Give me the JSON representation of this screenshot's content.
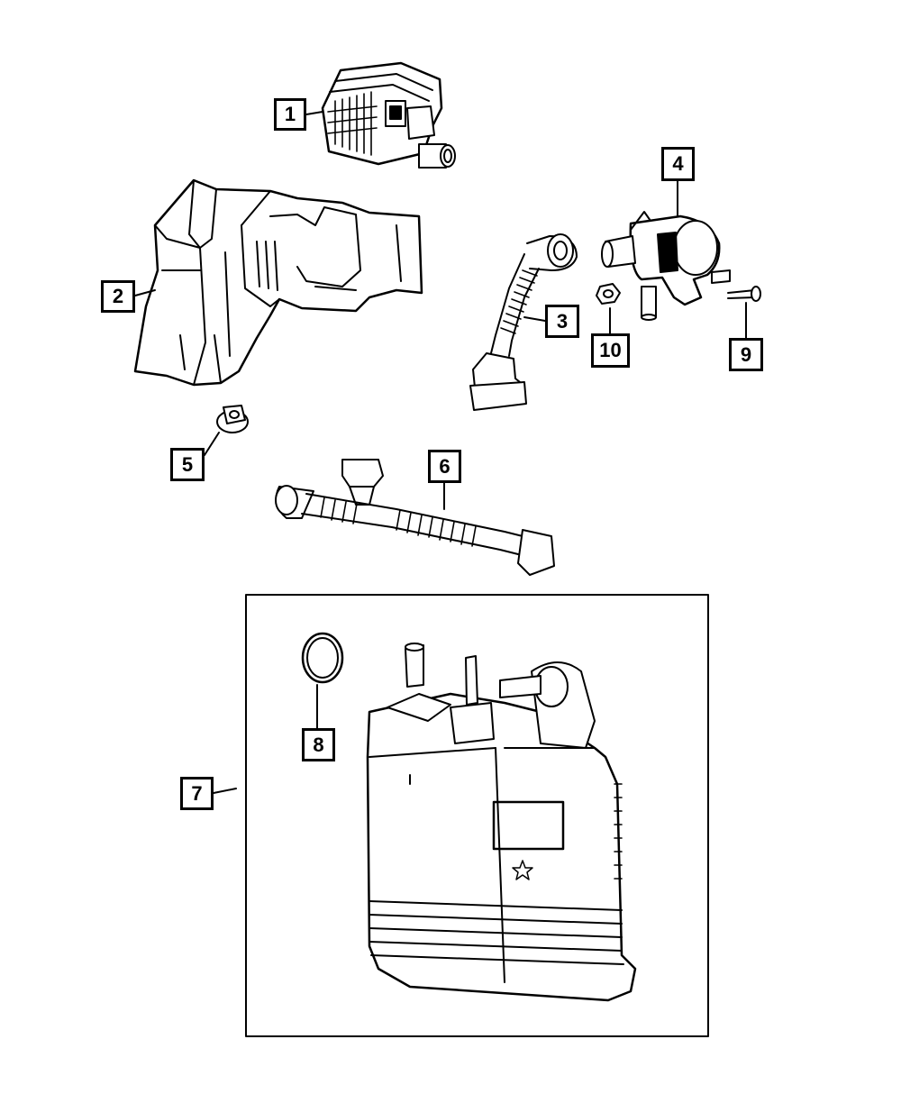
{
  "diagram": {
    "line_color": "#000000",
    "background": "#ffffff",
    "callouts": [
      {
        "id": "1",
        "label": "1",
        "part": "purge-solenoid"
      },
      {
        "id": "2",
        "label": "2",
        "part": "canister-shield"
      },
      {
        "id": "3",
        "label": "3",
        "part": "vapor-hose"
      },
      {
        "id": "4",
        "label": "4",
        "part": "leak-detection-pump"
      },
      {
        "id": "5",
        "label": "5",
        "part": "nut"
      },
      {
        "id": "6",
        "label": "6",
        "part": "vapor-tube-assembly"
      },
      {
        "id": "7",
        "label": "7",
        "part": "vapor-canister"
      },
      {
        "id": "8",
        "label": "8",
        "part": "o-ring"
      },
      {
        "id": "9",
        "label": "9",
        "part": "bolt"
      },
      {
        "id": "10",
        "label": "10",
        "part": "nut"
      }
    ]
  }
}
